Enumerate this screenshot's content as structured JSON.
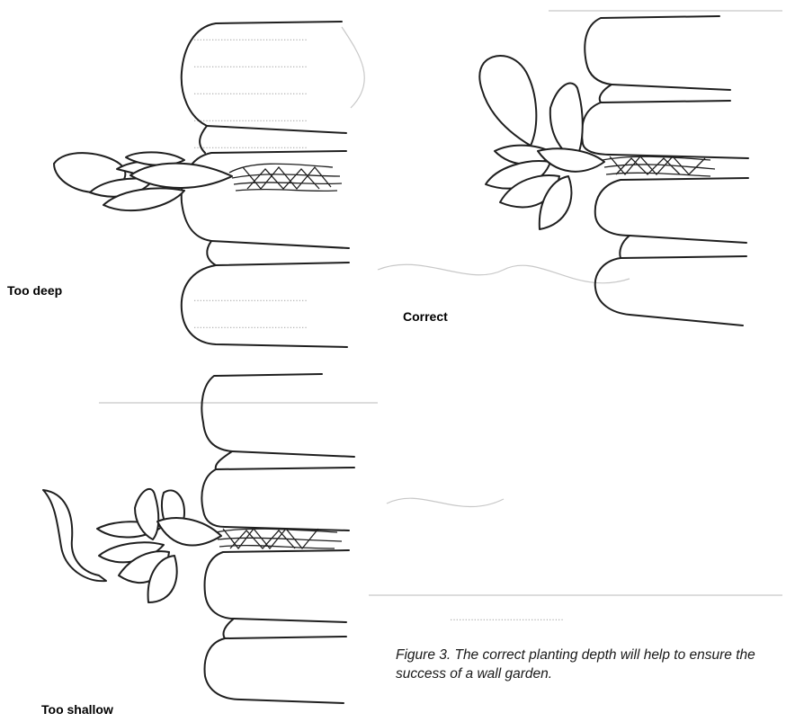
{
  "labels": {
    "too_deep": "Too deep",
    "correct": "Correct",
    "too_shallow": "Too shallow"
  },
  "caption": "Figure 3. The correct planting depth will help to ensure the success of a wall garden.",
  "colors": {
    "ink": "#1f1f1f",
    "bleed_through": "#c8c8c8",
    "paper": "#ffffff"
  }
}
